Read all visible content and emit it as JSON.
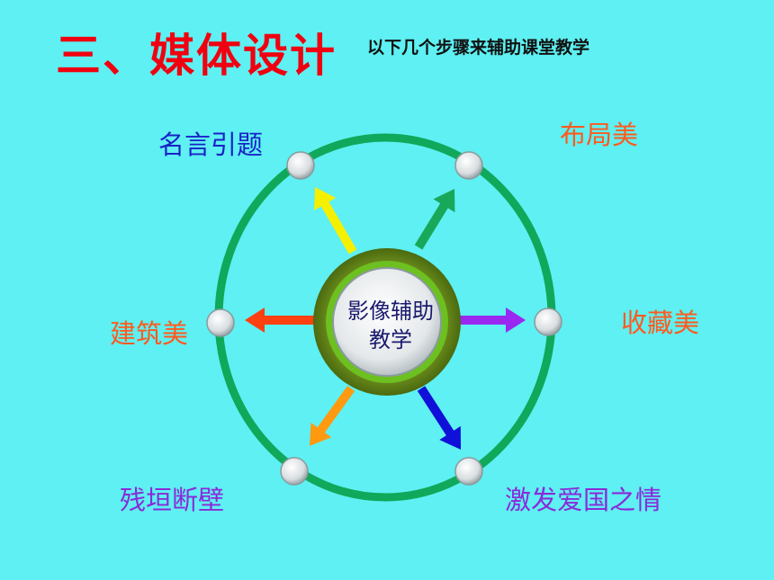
{
  "title": "三、媒体设计",
  "subtitle": "以下几个步骤来辅助课堂教学",
  "center": {
    "line1": "影像辅助",
    "line2": "教学"
  },
  "nodes": [
    {
      "id": "quote",
      "label": "名言引题",
      "color": "#1a22c8",
      "arrow_color": "#f5f000"
    },
    {
      "id": "layout",
      "label": "布局美",
      "color": "#ff5a1e",
      "arrow_color": "#18a85a"
    },
    {
      "id": "architecture",
      "label": "建筑美",
      "color": "#ff5a1e",
      "arrow_color": "#ff4010"
    },
    {
      "id": "collection",
      "label": "收藏美",
      "color": "#ff5a1e",
      "arrow_color": "#9a28f0"
    },
    {
      "id": "ruins",
      "label": "残垣断壁",
      "color": "#8a2ad8",
      "arrow_color": "#ff9a10"
    },
    {
      "id": "patriotism",
      "label": "激发爱国之情",
      "color": "#8a2ad8",
      "arrow_color": "#1010d8"
    }
  ],
  "ring_color": "#10a85a"
}
